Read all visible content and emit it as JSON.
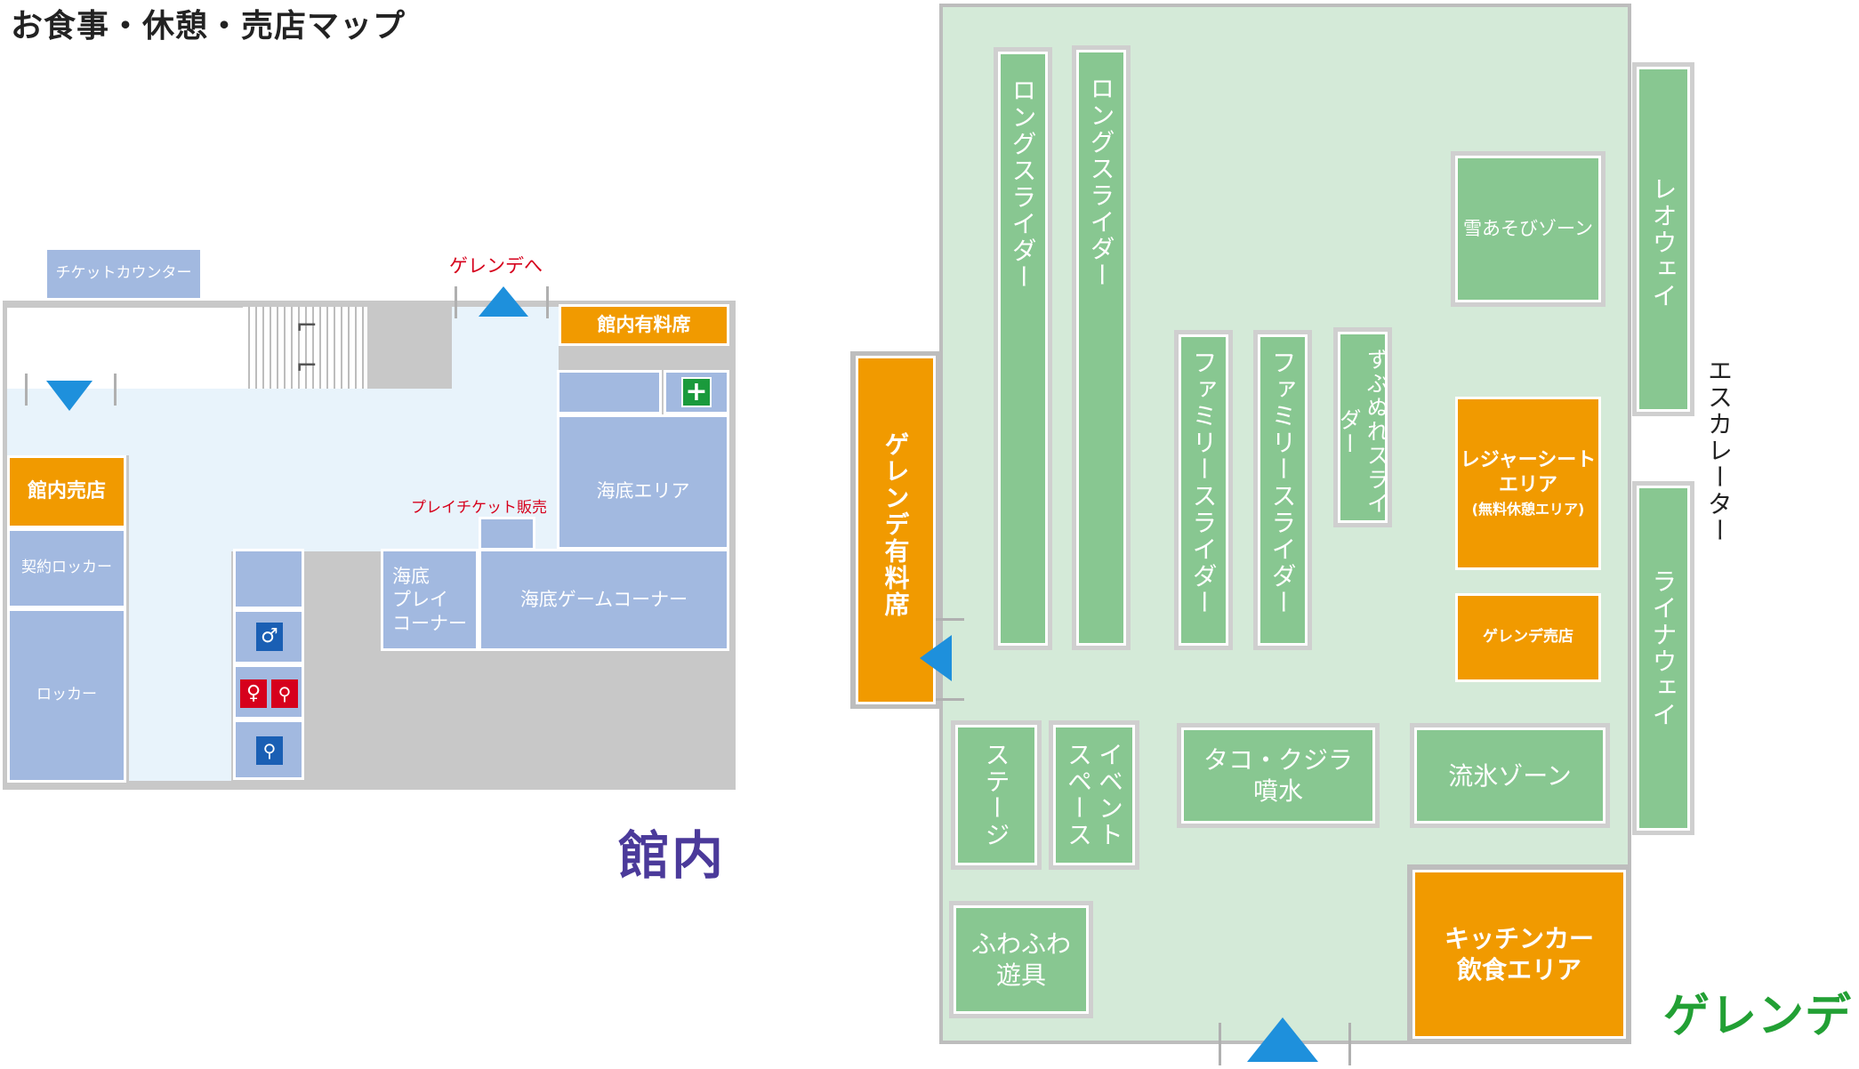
{
  "page": {
    "title": "お食事・休憩・売店マップ"
  },
  "indoor": {
    "label": "館内",
    "ticket_counter": "チケットカウンター",
    "to_slope": "ゲレンデへ",
    "paid_seats": "館内有料席",
    "shop": "館内売店",
    "contract_locker": "契約ロッカー",
    "locker": "ロッカー",
    "play_ticket": "プレイチケット販売",
    "seabed_area": "海底エリア",
    "seabed_play": "海底\nプレイ\nコーナー",
    "seabed_game": "海底ゲームコーナー"
  },
  "slope": {
    "label": "ゲレンデ",
    "long_slider_1": "ロングスライダー",
    "long_slider_2": "ロングスライダー",
    "family_slider_1": "ファミリースライダー",
    "family_slider_2": "ファミリースライダー",
    "wet_slider": "ずぶぬれスライダー",
    "snow_zone": "雪あそびゾーン",
    "paid_seats": "ゲレンデ有料席",
    "leisure_sheet": "レジャーシート\nエリア",
    "leisure_sheet_note": "(無料休憩エリア)",
    "shop": "ゲレンデ売店",
    "leo_way": "レオウェイ",
    "lion_way": "ライナウェイ",
    "escalator": "エスカレーター",
    "stage": "ステージ",
    "event_space": "イベント\nスペース",
    "octopus_fountain": "タコ・クジラ\n噴水",
    "ice_zone": "流氷ゾーン",
    "fluffy": "ふわふわ\n遊具",
    "kitchen_car": "キッチンカー\n飲食エリア"
  },
  "colors": {
    "orange": "#f19a00",
    "green": "#88c791",
    "blue_room": "#a2b9e0",
    "arrow": "#1e90dc",
    "indoor_label": "#4b3a9a",
    "slope_label": "#22a034",
    "red_text": "#d6001c"
  }
}
